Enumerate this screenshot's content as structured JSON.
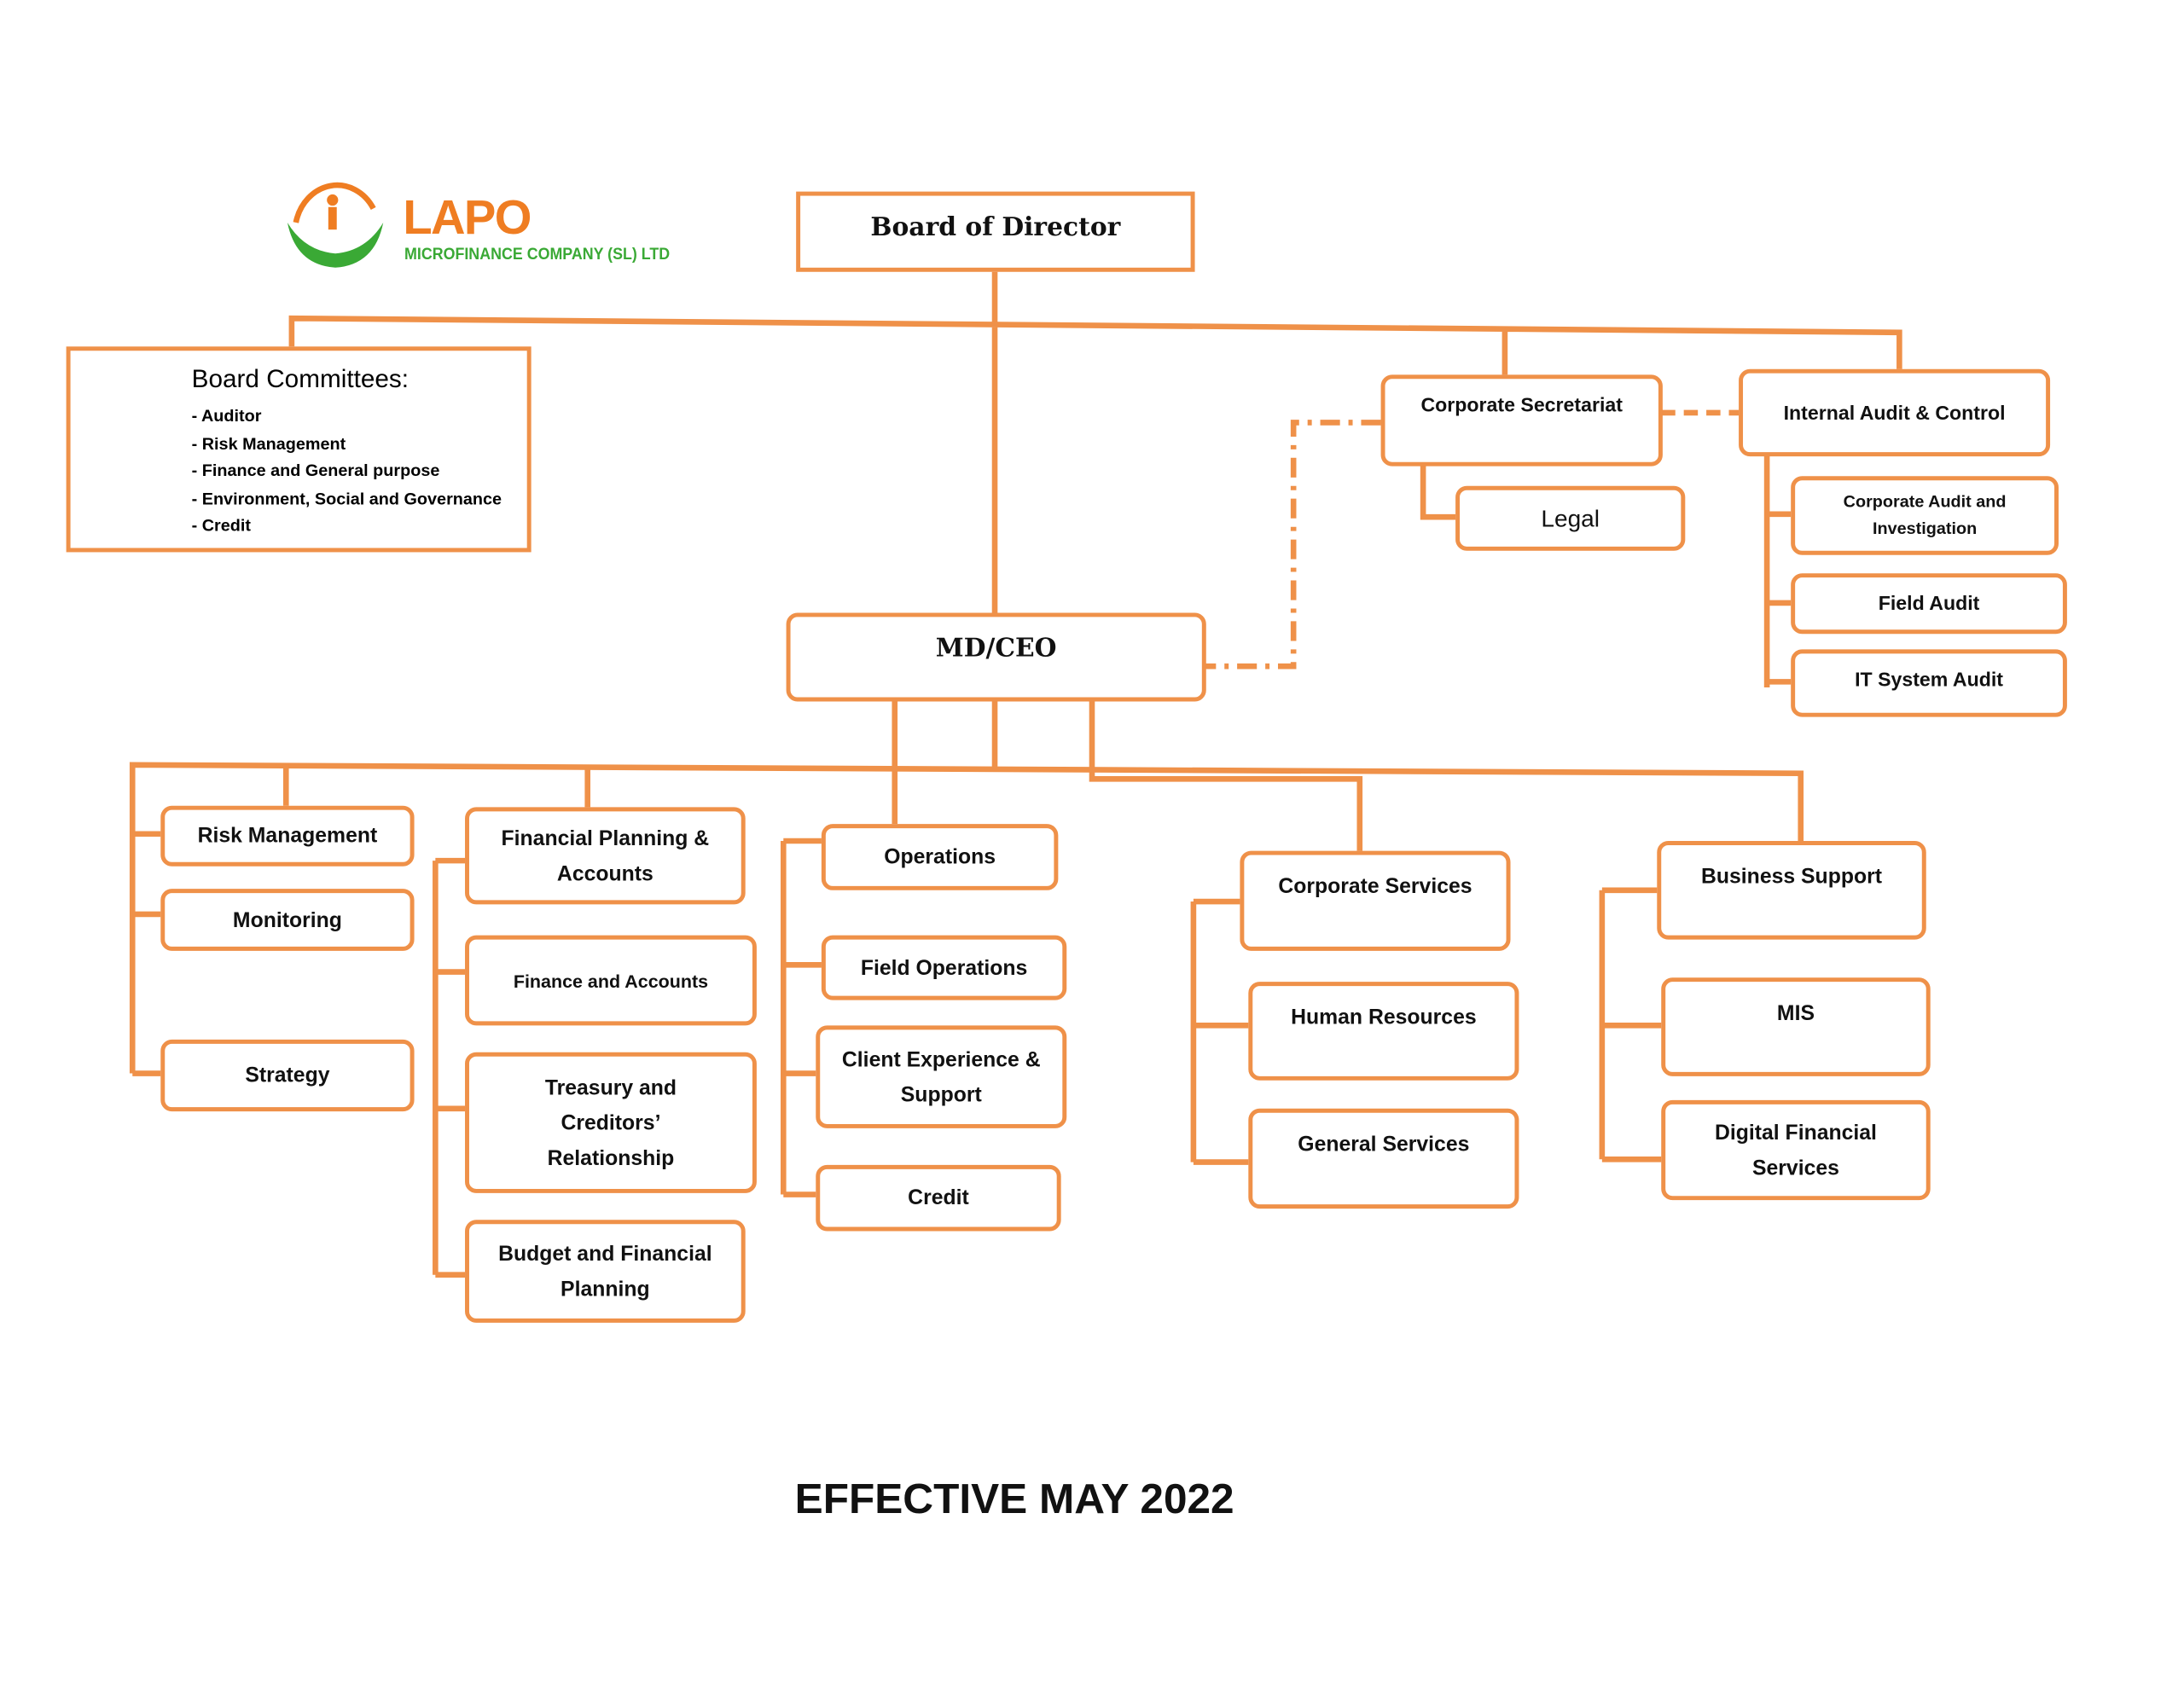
{
  "logo": {
    "name": "LAPO",
    "subtitle": "MICROFINANCE COMPANY (SL) LTD"
  },
  "board": "Board of Director",
  "board_committees": {
    "title": "Board Committees:",
    "items": [
      "- Auditor",
      "- Risk Management",
      "- Finance and General purpose",
      "- Environment, Social and Governance",
      "- Credit"
    ]
  },
  "corporate_secretariat": "Corporate Secretariat",
  "legal": "Legal",
  "internal_audit": {
    "title": "Internal Audit & Control",
    "children": [
      "Corporate Audit and Investigation",
      "Field Audit",
      "IT System Audit"
    ]
  },
  "md_ceo": "MD/CEO",
  "risk_group": [
    "Risk Management",
    "Monitoring",
    "Strategy"
  ],
  "finance_group": [
    "Financial Planning & Accounts",
    "Finance and Accounts",
    "Treasury and Creditors’ Relationship",
    "Budget and Financial Planning"
  ],
  "operations_group": [
    "Operations",
    "Field Operations",
    "Client Experience & Support",
    "Credit"
  ],
  "corporate_group": [
    "Corporate Services",
    "Human Resources",
    "General Services"
  ],
  "business_group": [
    "Business Support",
    "MIS",
    "Digital Financial Services"
  ],
  "footer": "EFFECTIVE MAY 2022",
  "colors": {
    "line": "#ef9149",
    "logo_orange": "#ef7d22",
    "logo_green": "#3aa935"
  }
}
